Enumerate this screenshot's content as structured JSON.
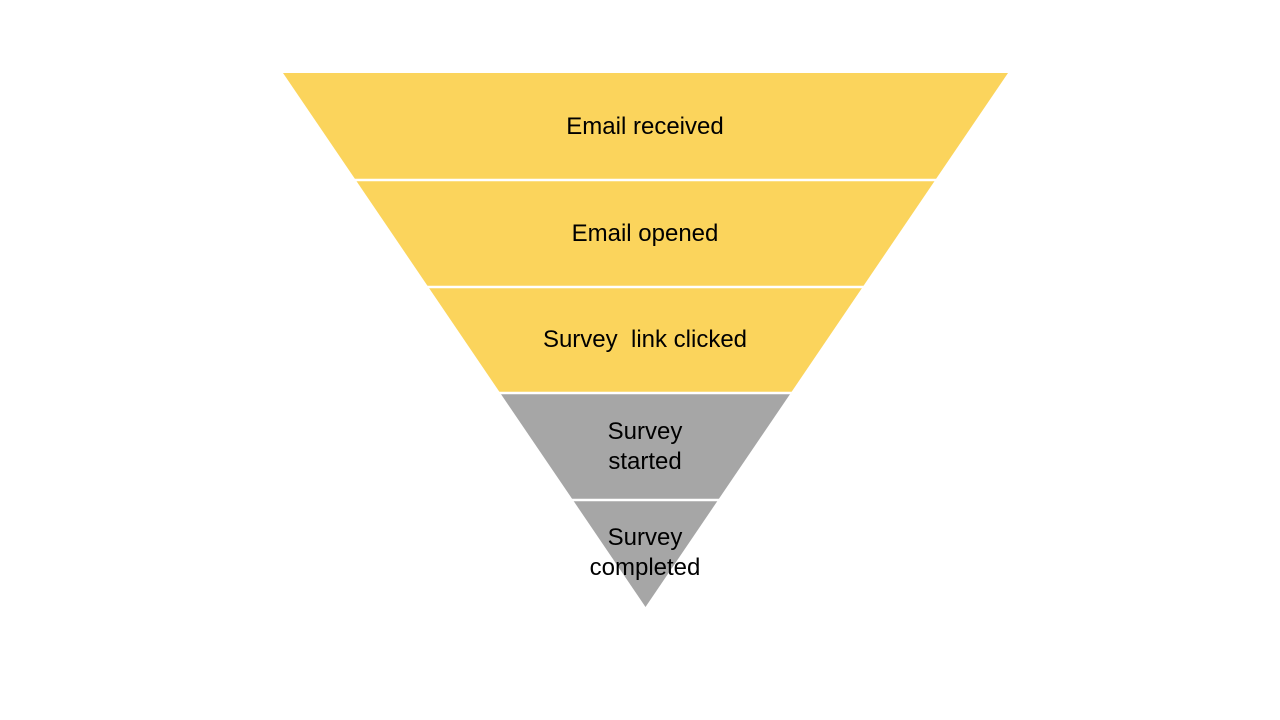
{
  "slide": {
    "background_color": "#ffffff",
    "divider_color": "#ffffff",
    "text_color": "#000000"
  },
  "funnel": {
    "type": "inverted-pyramid-funnel",
    "stage_count": 5,
    "stages": [
      {
        "label": "Email received",
        "color": "#FBD45C"
      },
      {
        "label": "Email opened",
        "color": "#FBD45C"
      },
      {
        "label": "Survey  link clicked",
        "color": "#FBD45C"
      },
      {
        "label": "Survey started",
        "color": "#A6A6A6"
      },
      {
        "label": "Survey completed",
        "color": "#A6A6A6"
      }
    ]
  }
}
